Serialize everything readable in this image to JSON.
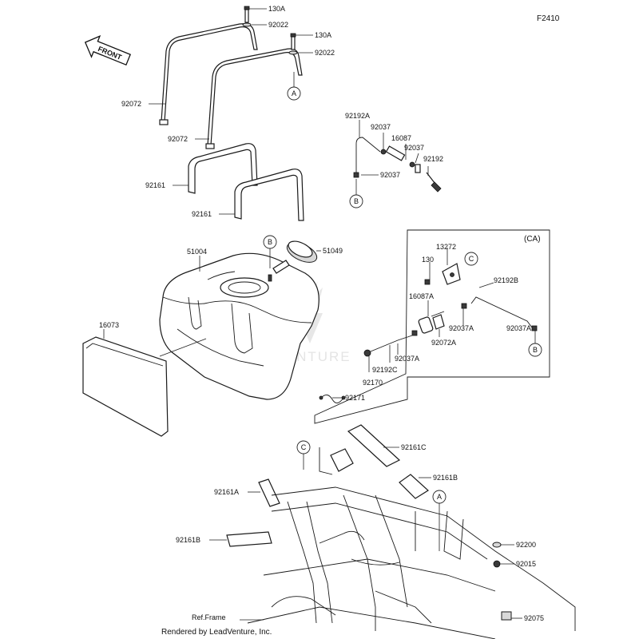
{
  "figure_code": "F2410",
  "front_arrow": {
    "label": "FRONT"
  },
  "kit_box": {
    "label": "(CA)"
  },
  "watermark": {
    "text": "LEADVENTURE"
  },
  "footer": {
    "credit": "Rendered by LeadVenture, Inc."
  },
  "ref_frame": {
    "label": "Ref.Frame"
  },
  "callouts": {
    "A": "A",
    "B": "B",
    "C": "C"
  },
  "parts": {
    "p130A_1": "130A",
    "p92022_1": "92022",
    "p130A_2": "130A",
    "p92022_2": "92022",
    "p92072_1": "92072",
    "p92072_2": "92072",
    "p92161_1": "92161",
    "p92161_2": "92161",
    "p92192A": "92192A",
    "p92037_1": "92037",
    "p16087": "16087",
    "p92037_2": "92037",
    "p92192": "92192",
    "p92037_3": "92037",
    "p51004": "51004",
    "p51049": "51049",
    "p16073": "16073",
    "p13272": "13272",
    "p130": "130",
    "p92192B": "92192B",
    "p16087A": "16087A",
    "p92037A_1": "92037A",
    "p92037A_2": "92037A",
    "p92072A": "92072A",
    "p92037A_3": "92037A",
    "p92192C": "92192C",
    "p92170": "92170",
    "p92171": "92171",
    "p92161C": "92161C",
    "p92161A": "92161A",
    "p92161B_1": "92161B",
    "p92161B_2": "92161B",
    "p92200": "92200",
    "p92015": "92015",
    "p92075": "92075"
  }
}
